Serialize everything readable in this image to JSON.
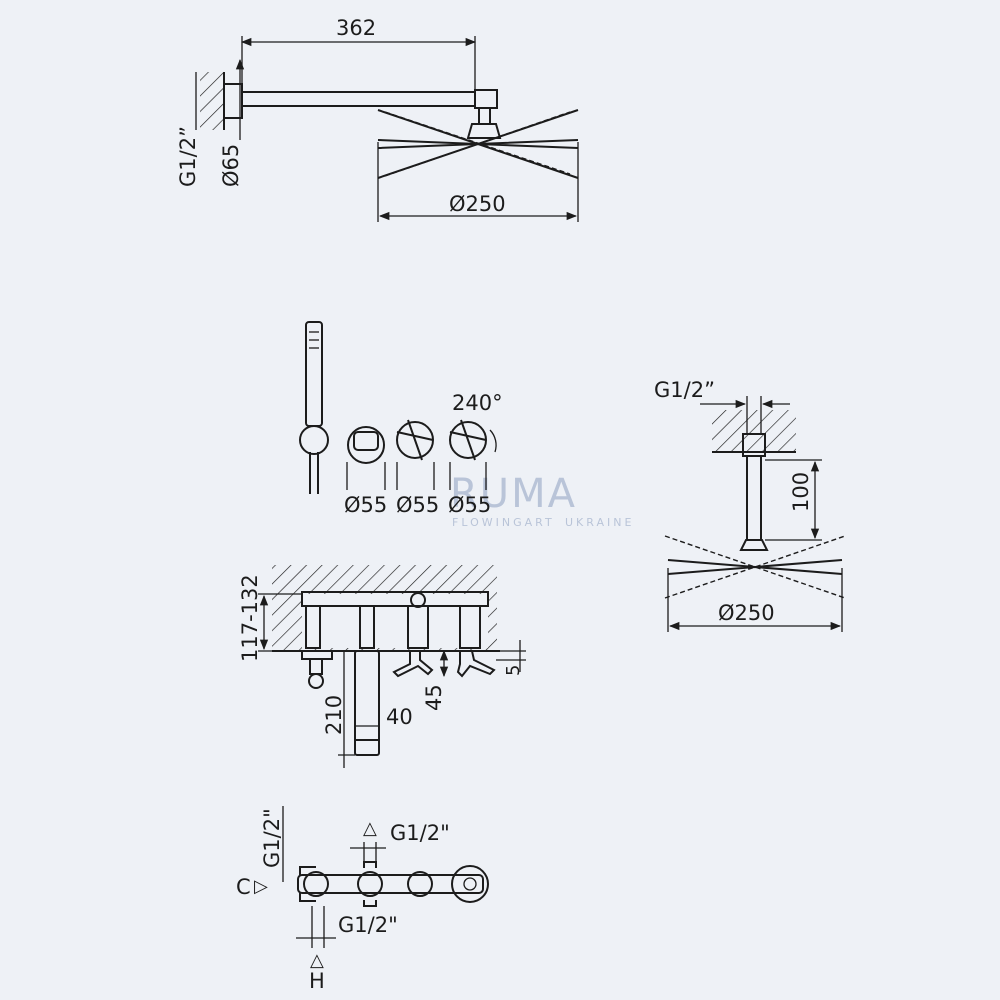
{
  "wall_shower": {
    "arm_length": "362",
    "thread": "G1/2”",
    "flange_diameter": "Ø65",
    "head_diameter": "Ø250"
  },
  "ceiling_shower": {
    "thread": "G1/2”",
    "drop_length": "100",
    "head_diameter": "Ø250"
  },
  "controls": {
    "rotation": "240°",
    "diameters": [
      "Ø55",
      "Ø55",
      "Ø55"
    ]
  },
  "section": {
    "depth": "117-132",
    "spout_length": "210",
    "spout_width": "40",
    "lever_height": "45",
    "lever_offset": "5"
  },
  "valve_body": {
    "thread_top": "G1/2\"",
    "thread_bottom": "G1/2\"",
    "thread_left": "G1/2\"",
    "cold_label": "C",
    "hot_label": "H"
  },
  "watermark": {
    "brand": "RUMA",
    "tagline": "FLOWINGART",
    "region": "UKRAINE"
  }
}
